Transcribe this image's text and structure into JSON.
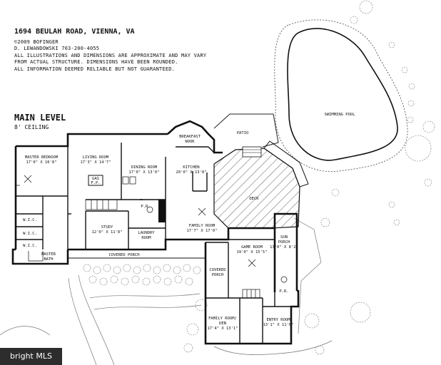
{
  "header": {
    "address": "1694 BEULAH ROAD, VIENNA, VA",
    "copyright": "©2009 BOFINGER",
    "contact": "D. LEWANDOWSKI 703-200-4055",
    "disclaimer1": "ALL ILLUSTRATIONS AND DIMENSIONS ARE APPROXIMATE AND MAY VARY",
    "disclaimer2": "FROM ACTUAL STRUCTURE. DIMENSIONS HAVE BEEN ROUNDED.",
    "disclaimer3": "ALL INFORMATION DEEMED RELIABLE BUT NOT GUARANTEED."
  },
  "level": {
    "title": "MAIN LEVEL",
    "ceiling": "8' CEILING"
  },
  "rooms": {
    "master_bedroom": [
      "MASTER BEDROOM",
      "17'0\" X 16'8\""
    ],
    "living_room": [
      "LIVING ROOM",
      "17'3\" X 14'7\""
    ],
    "dining_room": [
      "DINING ROOM",
      "17'0\" X 13'0\""
    ],
    "kitchen": [
      "KITCHEN",
      "20'0\" X 13'8\""
    ],
    "breakfast_nook": [
      "BREAKFAST",
      "NOOK"
    ],
    "patio": [
      "PATIO"
    ],
    "swimming_pool": [
      "SWIMMING POOL"
    ],
    "deck": [
      "DECK"
    ],
    "study": [
      "STUDY",
      "12'0\" X 11'8\""
    ],
    "laundry_room": [
      "LAUNDRY",
      "ROOM"
    ],
    "family_room": [
      "FAMILY ROOM",
      "17'7\" X 17'0\""
    ],
    "game_room": [
      "GAME ROOM",
      "19'0\" X 15'5\""
    ],
    "sun_porch": [
      "SUN",
      "PORCH",
      "13'0\" X 8'2\""
    ],
    "covered_porch_left": [
      "COVERED PORCH"
    ],
    "covered_porch_right": [
      "COVERED",
      "PORCH"
    ],
    "master_bath": [
      "MASTER",
      "BATH"
    ],
    "wic_1": [
      "W.I.C."
    ],
    "wic_2": [
      "W.I.C."
    ],
    "wic_3": [
      "W.I.C."
    ],
    "family_den": [
      "FAMILY ROOM/",
      "DEN",
      "17'4\" X 13'1\""
    ],
    "entry_room": [
      "ENTRY ROOM",
      "13'1\" X 11'0\""
    ],
    "pr_1": [
      "P.R."
    ],
    "pr_2": [
      "P.R."
    ],
    "fireplace_text": [
      "GAS",
      "F.P."
    ]
  },
  "watermark": "bright MLS"
}
